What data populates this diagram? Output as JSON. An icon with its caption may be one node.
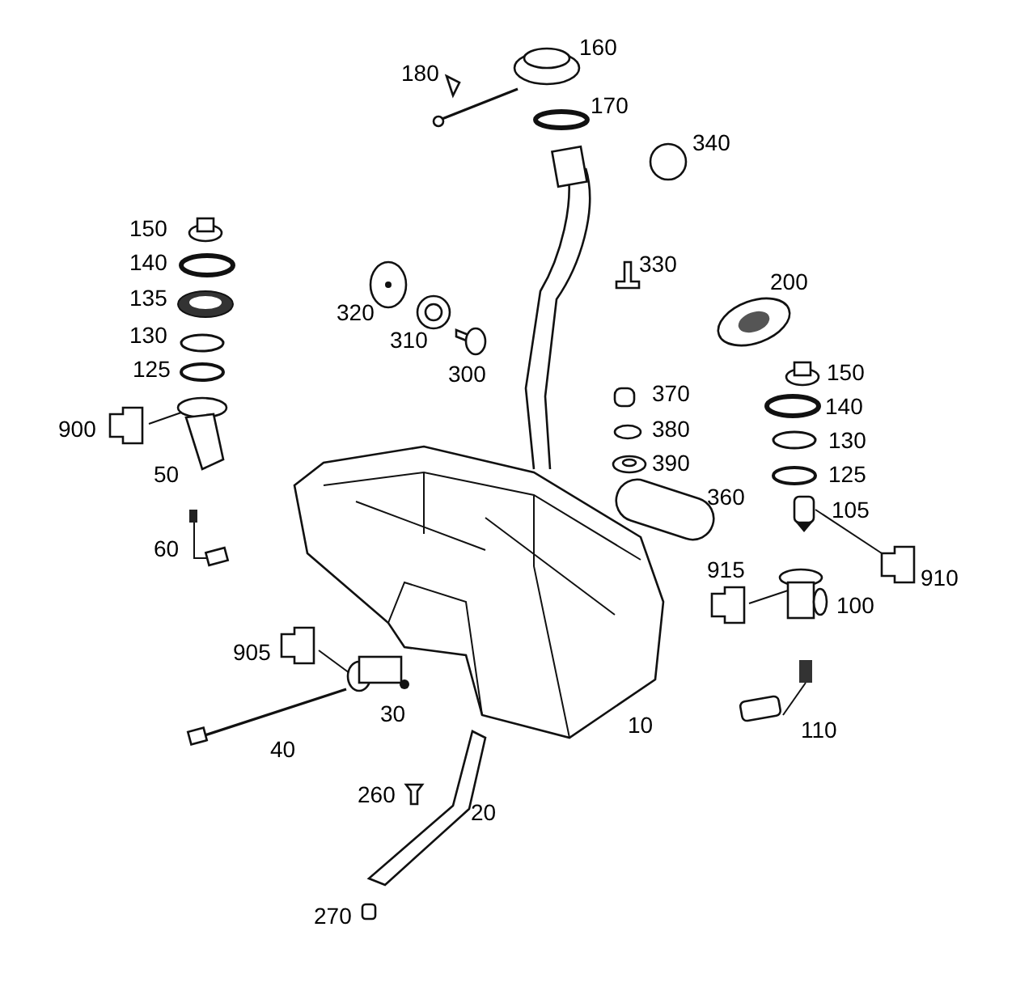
{
  "diagram": {
    "labels": [
      "160",
      "180",
      "170",
      "340",
      "150",
      "140",
      "135",
      "320",
      "330",
      "200",
      "130",
      "310",
      "125",
      "300",
      "150",
      "370",
      "140",
      "900",
      "380",
      "130",
      "50",
      "390",
      "125",
      "360",
      "105",
      "60",
      "915",
      "910",
      "100",
      "905",
      "30",
      "10",
      "110",
      "40",
      "260",
      "20",
      "270"
    ]
  }
}
